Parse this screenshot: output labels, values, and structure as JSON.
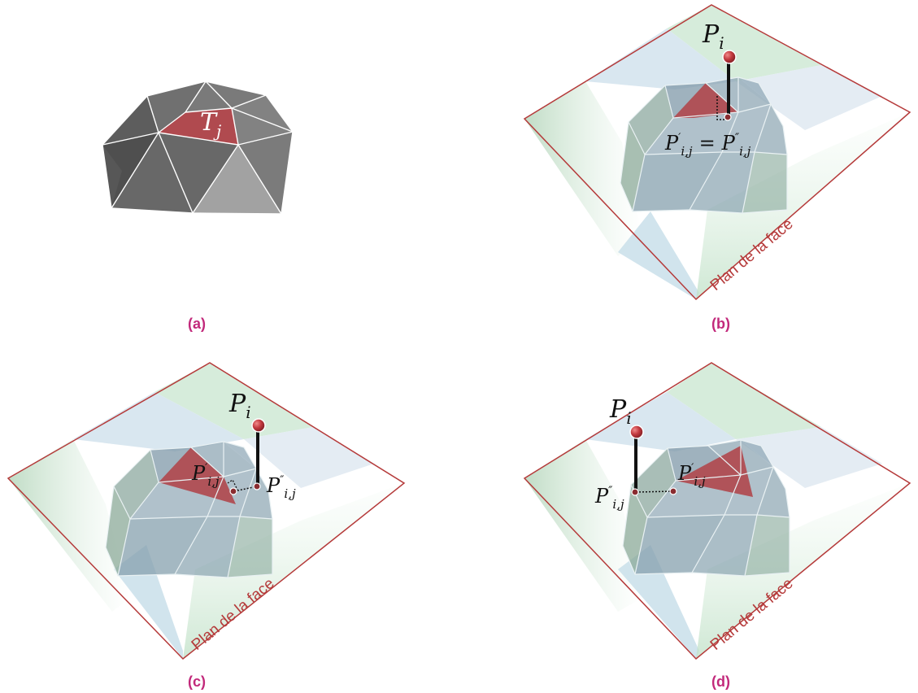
{
  "panels": {
    "a": {
      "caption": "(a)",
      "triangle_label": "T",
      "triangle_sub": "j"
    },
    "b": {
      "caption": "(b)",
      "plane_label": "Plan de la face",
      "point_label": "P",
      "point_sub": "i",
      "proj_label_main": "P",
      "proj_label_sub1": "i,j",
      "proj_label_eq": "=",
      "proj_label_main2": "P",
      "proj_label_sub2": "i,j"
    },
    "c": {
      "caption": "(c)",
      "plane_label": "Plan de la face",
      "point_label": "P",
      "point_sub": "i",
      "proj1_main": "P",
      "proj1_sub": "i,j",
      "proj2_main": "P",
      "proj2_sub": "i,j"
    },
    "d": {
      "caption": "(d)",
      "plane_label": "Plan de la face",
      "point_label": "P",
      "point_sub": "i",
      "proj1_main": "P",
      "proj1_sub": "i,j",
      "proj2_main": "P",
      "proj2_sub": "i,j"
    }
  },
  "colors": {
    "caption": "#c2297b",
    "highlight_triangle": "#b04a4f",
    "plane_border": "#b53a3a",
    "point": "#c0393e",
    "mesh_dark": "#555555",
    "mesh_blue": "#8fa9b8"
  }
}
